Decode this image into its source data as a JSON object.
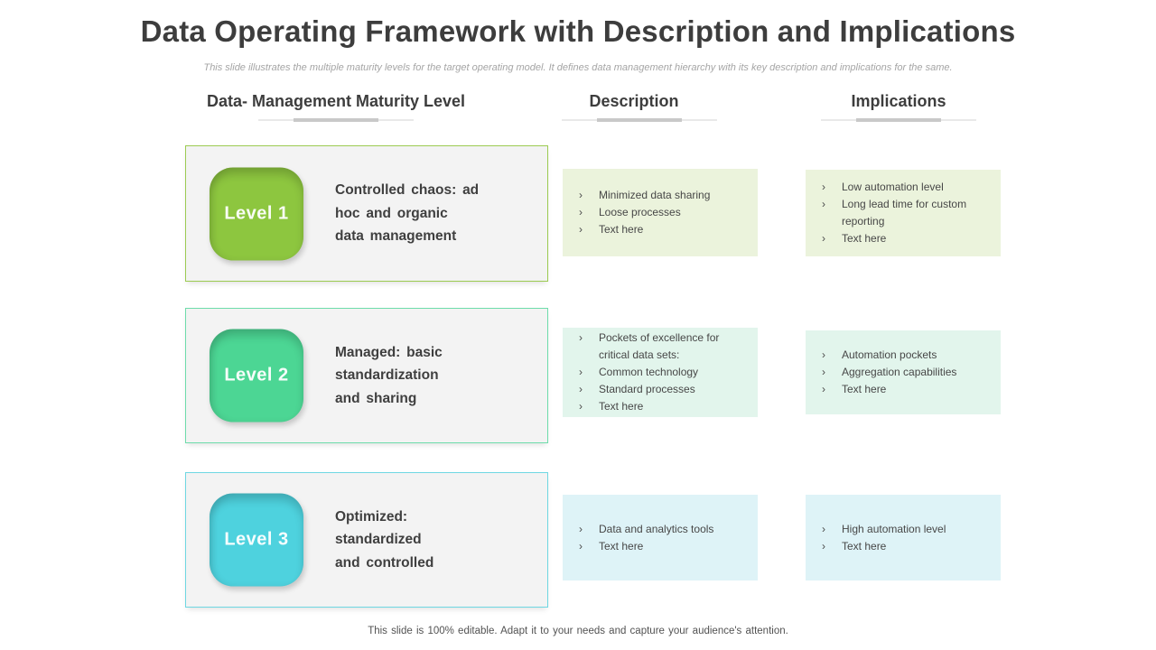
{
  "slide": {
    "title": "Data Operating Framework with Description and Implications",
    "subtitle": "This slide illustrates the multiple maturity levels for the target operating model. It defines data management hierarchy with its key description and implications for the same.",
    "footer": "This slide is 100% editable. Adapt it to your needs and capture your audience's attention."
  },
  "columns": {
    "maturity": "Data- Management Maturity Level",
    "description": "Description",
    "implications": "Implications"
  },
  "icons": {
    "bullet_chevron": "›"
  },
  "colors": {
    "level1_accent": "#8dc63f",
    "level1_tint": "#ebf3dc",
    "level2_accent": "#4cd694",
    "level2_tint": "#e2f5ec",
    "level3_accent": "#4ed2de",
    "level3_tint": "#def3f7",
    "card_background": "#f3f3f3",
    "heading_text": "#3d3d3d",
    "body_text": "#474747",
    "underline_light": "#e9e9e9",
    "underline_dark": "#c9c9c9"
  },
  "levels": [
    {
      "badge": "Level 1",
      "title_lines": [
        "Controlled chaos: ad",
        "hoc and organic",
        "data management"
      ],
      "description": [
        "Minimized data sharing",
        "Loose processes",
        "Text here"
      ],
      "implications": [
        "Low automation level",
        "Long lead time for custom reporting",
        "Text here"
      ]
    },
    {
      "badge": "Level 2",
      "title_lines": [
        "Managed: basic",
        "standardization",
        "and sharing"
      ],
      "description": [
        "Pockets of excellence for critical data sets:",
        "Common technology",
        "Standard processes",
        "Text here"
      ],
      "implications": [
        "Automation pockets",
        "Aggregation capabilities",
        "Text here"
      ]
    },
    {
      "badge": "Level 3",
      "title_lines": [
        "Optimized:",
        "standardized",
        "and controlled"
      ],
      "description": [
        "Data and analytics tools",
        "Text here"
      ],
      "implications": [
        "High automation level",
        "Text here"
      ]
    }
  ]
}
